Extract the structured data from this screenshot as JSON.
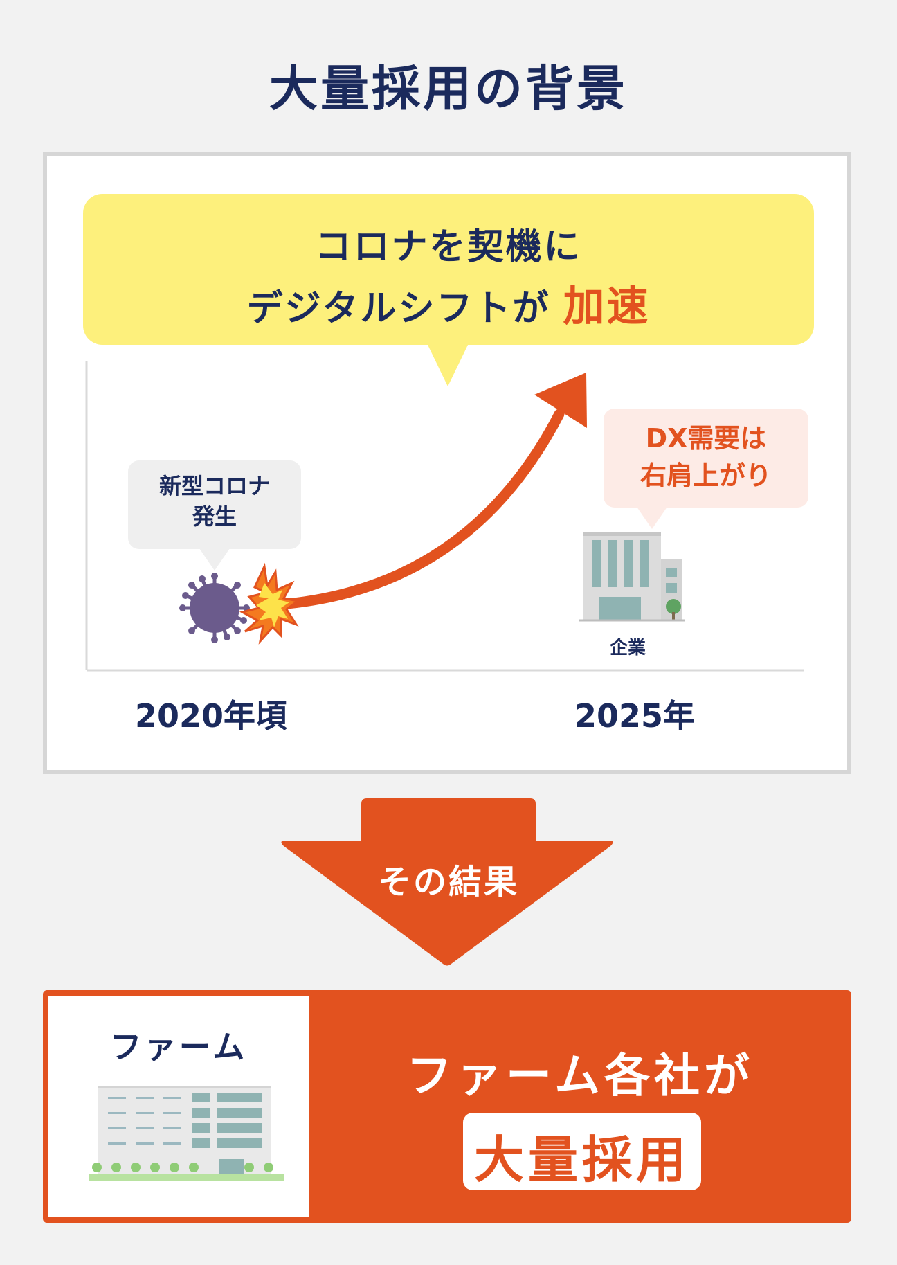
{
  "title": "大量採用の背景",
  "bubble": {
    "line1": "コロナを契機に",
    "line2_prefix": "デジタルシフトが",
    "line2_accent": "加速"
  },
  "callouts": {
    "corona": {
      "line1": "新型コロナ",
      "line2": "発生"
    },
    "dx": {
      "line1": "DX需要は",
      "line2": "右肩上がり"
    }
  },
  "labels": {
    "company": "企業",
    "year_start": "2020年頃",
    "year_end": "2025年"
  },
  "result_arrow": {
    "label": "その結果"
  },
  "result": {
    "firm_label": "ファーム",
    "line1": "ファーム各社が",
    "line2": "大量採用"
  },
  "colors": {
    "navy": "#1b2a5c",
    "accent_orange": "#e2521f",
    "bubble_yellow": "#fdf07c",
    "virus_purple": "#6b5b8c"
  },
  "icons": [
    "virus-icon",
    "explosion-icon",
    "company-building-icon",
    "firm-building-icon"
  ]
}
